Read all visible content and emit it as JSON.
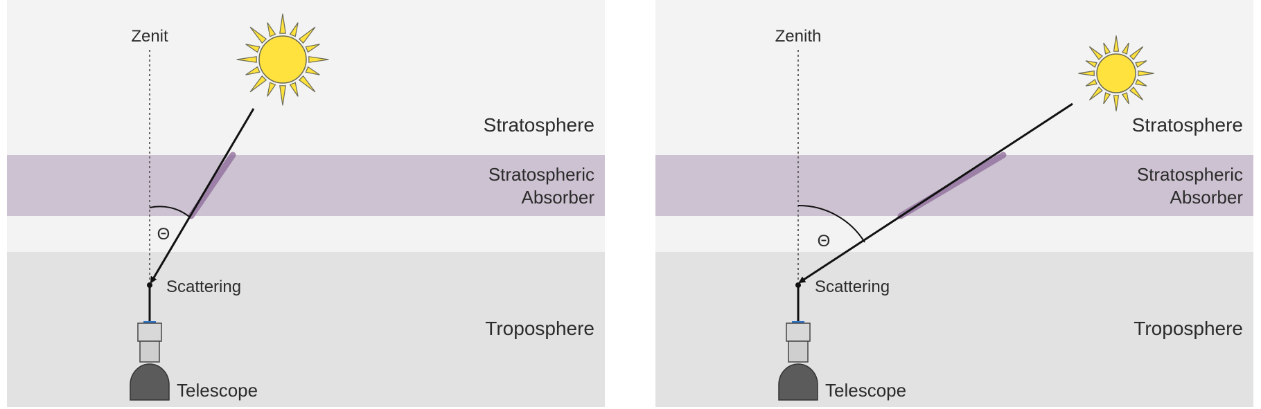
{
  "colors": {
    "background": "#ffffff",
    "stratosphere": "#f3f3f3",
    "absorber_band": "#cdc2d1",
    "absorber_highlight": "#8e6a9a",
    "troposphere": "#e2e2e2",
    "sun_fill": "#ffe23d",
    "sun_stroke": "#6a6a55",
    "ray": "#111111",
    "telescope_body": "#d2d2d2",
    "telescope_base": "#5b5b5b",
    "telescope_lens": "#2f73c6"
  },
  "panels": [
    {
      "id": "left",
      "zenith_label": "Zenit",
      "angle_label": "Θ",
      "stratosphere_label": "Stratosphere",
      "absorber_label_line1": "Stratospheric",
      "absorber_label_line2": "Absorber",
      "scattering_label": "Scattering",
      "troposphere_label": "Troposphere",
      "telescope_label": "Telescope",
      "sun_icon": "sun-icon",
      "telescope_icon": "telescope-icon"
    },
    {
      "id": "right",
      "zenith_label": "Zenith",
      "angle_label": "Θ",
      "stratosphere_label": "Stratosphere",
      "absorber_label_line1": "Stratospheric",
      "absorber_label_line2": "Absorber",
      "scattering_label": "Scattering",
      "troposphere_label": "Troposphere",
      "telescope_label": "Telescope",
      "sun_icon": "sun-icon",
      "telescope_icon": "telescope-icon"
    }
  ]
}
